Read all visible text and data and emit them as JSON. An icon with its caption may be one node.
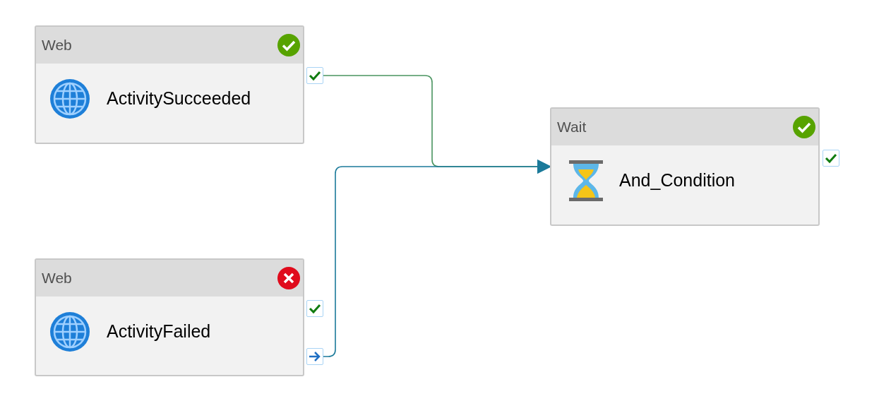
{
  "diagram": {
    "nodes": [
      {
        "text": [
          "Web",
          "ActivitySucceeded"
        ]
      },
      {
        "text": [
          "Web",
          "ActivityFailed"
        ]
      },
      {
        "text": [
          "Wait",
          "And_Condition"
        ]
      },
      {
        "text": [],
        "shape": "box"
      },
      {
        "text": [],
        "shape": "box"
      },
      {
        "text": [],
        "shape": "box"
      },
      {
        "text": [],
        "shape": "box"
      }
    ],
    "edges": [
      {
        "from": 3,
        "to": 2,
        "arrow": "to",
        "color": "#4a9460"
      },
      {
        "from": 5,
        "to": 2,
        "arrow": "to",
        "color": "#1b7a9a"
      }
    ]
  }
}
